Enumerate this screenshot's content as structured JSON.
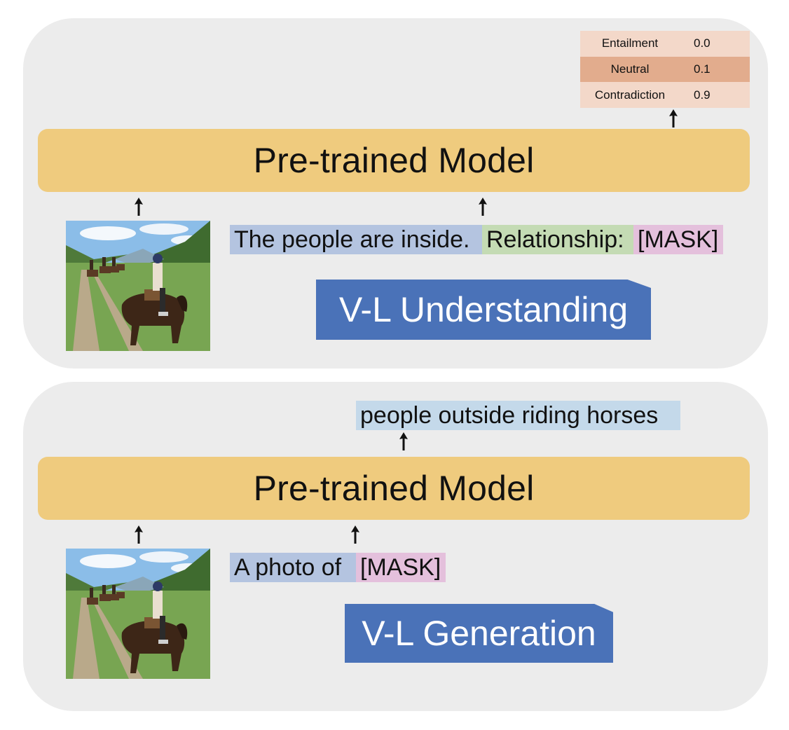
{
  "understanding": {
    "model_label": "Pre-trained Model",
    "results": [
      {
        "label": "Entailment",
        "value": "0.0",
        "highlight": false
      },
      {
        "label": "Neutral",
        "value": "0.1",
        "highlight": true
      },
      {
        "label": "Contradiction",
        "value": "0.9",
        "highlight": false
      }
    ],
    "input_tokens": {
      "premise": "The people are inside.",
      "prompt": "Relationship:",
      "mask": "[MASK]"
    },
    "task_label": "V-L Understanding"
  },
  "generation": {
    "model_label": "Pre-trained Model",
    "output_text": "people outside riding horses",
    "input_tokens": {
      "prefix": "A photo of",
      "mask": "[MASK]"
    },
    "task_label": "V-L Generation"
  },
  "colors": {
    "panel_bg": "#ececec",
    "model_bar": "#efcb7e",
    "token_blue": "#b4c4e0",
    "token_green": "#c4dbb4",
    "token_pink": "#e4c0dc",
    "task_badge": "#4a72b8",
    "result_highlight": "#e2ac8d",
    "result_row": "#f3d8c9"
  },
  "icons": [
    "up-arrow-icon",
    "horse-riders-photo"
  ]
}
